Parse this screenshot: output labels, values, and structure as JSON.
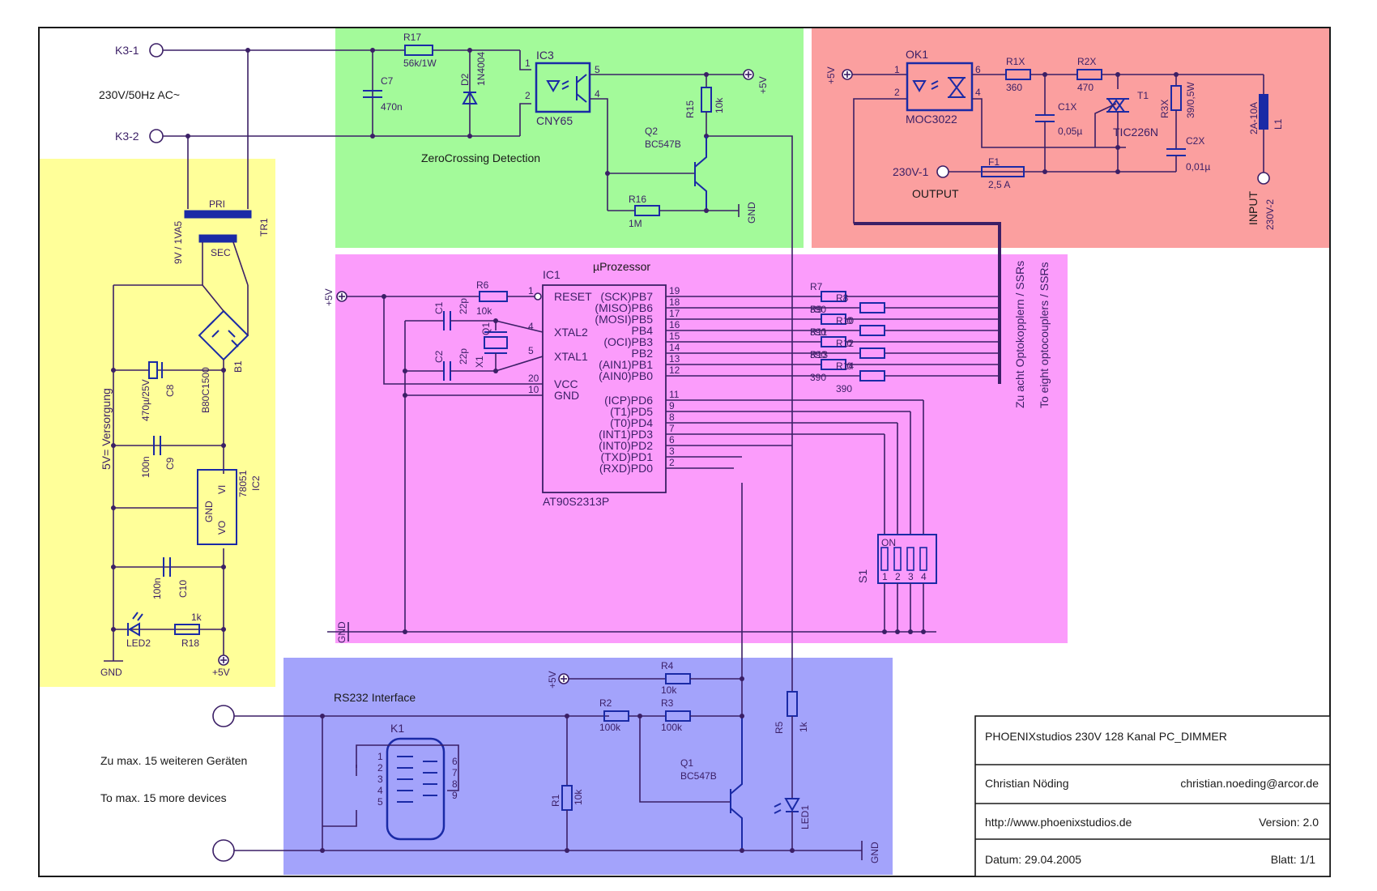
{
  "colors": {
    "supply": "#ffff99",
    "zero_crossing": "#a3fa9a",
    "ssr": "#fb9f9f",
    "mcu": "#fb9cfb",
    "rs232": "#a3a3fb",
    "wire": "#3b1f66",
    "component": "#1a2aa6"
  },
  "connectors": {
    "k31": "K3-1",
    "k32": "K3-2",
    "mains": "230V/50Hz AC~"
  },
  "supply": {
    "title": "5V= Versorgung",
    "tr1": "TR1",
    "tr1_val": "9V / 1VA5",
    "pri": "PRI",
    "sec": "SEC",
    "b1": "B1",
    "b1_val": "B80C1500",
    "c8": "C8",
    "c8_val": "470µ/25V",
    "c9": "C9",
    "c9_val": "100n",
    "c10": "C10",
    "c10_val": "100n",
    "ic2": "IC2",
    "ic2_val": "78051",
    "vi": "VI",
    "vo": "VO",
    "gnd_pin": "GND",
    "led2": "LED2",
    "r18": "R18",
    "r18_val": "1k",
    "gnd": "GND",
    "v5": "+5V"
  },
  "zc": {
    "title": "ZeroCrossing Detection",
    "r17": "R17",
    "r17_val": "56k/1W",
    "c7": "C7",
    "c7_val": "470n",
    "d2": "D2",
    "d2_val": "1N4004",
    "ic3": "IC3",
    "ic3_val": "CNY65",
    "r15": "R15",
    "r15_val": "10k",
    "q2": "Q2",
    "q2_val": "BC547B",
    "r16": "R16",
    "r16_val": "1M",
    "v5": "+5V",
    "gnd": "GND"
  },
  "ssr": {
    "ok1": "OK1",
    "ok1_val": "MOC3022",
    "r1x": "R1X",
    "r1x_val": "360",
    "r2x": "R2X",
    "r2x_val": "470",
    "t1": "T1",
    "t1_val": "TIC226N",
    "c1x": "C1X",
    "c1x_val": "0,05µ",
    "r3x": "R3X",
    "r3x_val": "39/0,5W",
    "c2x": "C2X",
    "c2x_val": "0,01µ",
    "l1": "L1",
    "l1_val": "2A-10A",
    "f1": "F1",
    "f1_val": "2,5 A",
    "out_lbl": "230V-1",
    "output": "OUTPUT",
    "input": "INPUT",
    "in_lbl": "230V-2",
    "v5": "+5V"
  },
  "mcu": {
    "title": "µProzessor",
    "ic1": "IC1",
    "ic1_val": "AT90S2313P",
    "v5": "+5V",
    "gnd": "GND",
    "r6": "R6",
    "r6_val": "10k",
    "c1": "C1",
    "c1_val": "22p",
    "c2": "C2",
    "c2_val": "22p",
    "q1": "Q1",
    "x1": "X1",
    "left_pins": [
      "RESET",
      "XTAL2",
      "XTAL1",
      "VCC",
      "GND"
    ],
    "left_nums": [
      "1",
      "4",
      "5",
      "20",
      "10"
    ],
    "right_pins": [
      "(SCK)PB7",
      "(MISO)PB6",
      "(MOSI)PB5",
      "PB4",
      "(OCI)PB3",
      "PB2",
      "(AIN1)PB1",
      "(AIN0)PB0",
      "(ICP)PD6",
      "(T1)PD5",
      "(T0)PD4",
      "(INT1)PD3",
      "(INT0)PD2",
      "(TXD)PD1",
      "(RXD)PD0"
    ],
    "right_nums": [
      "19",
      "18",
      "17",
      "16",
      "15",
      "14",
      "13",
      "12",
      "11",
      "9",
      "8",
      "7",
      "6",
      "3",
      "2"
    ],
    "res_names": [
      "R7",
      "R8",
      "R9",
      "R10",
      "R11",
      "R12",
      "R13",
      "R14"
    ],
    "res_val": "390",
    "optos_de": "Zu acht Optokopplern / SSRs",
    "optos_en": "To eight optocouplers / SSRs",
    "s1": "S1",
    "s1_on": "ON",
    "s1_nums": [
      "1",
      "2",
      "3",
      "4"
    ]
  },
  "rs232": {
    "title": "RS232 Interface",
    "k1": "K1",
    "k1_pins": [
      "1",
      "2",
      "3",
      "4",
      "5",
      "6",
      "7",
      "8",
      "9"
    ],
    "r1": "R1",
    "r1_val": "10k",
    "r2": "R2",
    "r2_val": "100k",
    "r3": "R3",
    "r3_val": "100k",
    "r4": "R4",
    "r4_val": "10k",
    "q1": "Q1",
    "q1_val": "BC547B",
    "r5": "R5",
    "r5_val": "1k",
    "led1": "LED1",
    "v5": "+5V",
    "gnd": "GND",
    "note_de": "Zu max. 15 weiteren Geräten",
    "note_en": "To max. 15 more devices"
  },
  "title_block": {
    "project": "PHOENIXstudios 230V 128 Kanal PC_DIMMER",
    "author": "Christian Nöding",
    "email": "christian.noeding@arcor.de",
    "url": "http://www.phoenixstudios.de",
    "version": "Version: 2.0",
    "date": "Datum: 29.04.2005",
    "sheet": "Blatt: 1/1"
  }
}
